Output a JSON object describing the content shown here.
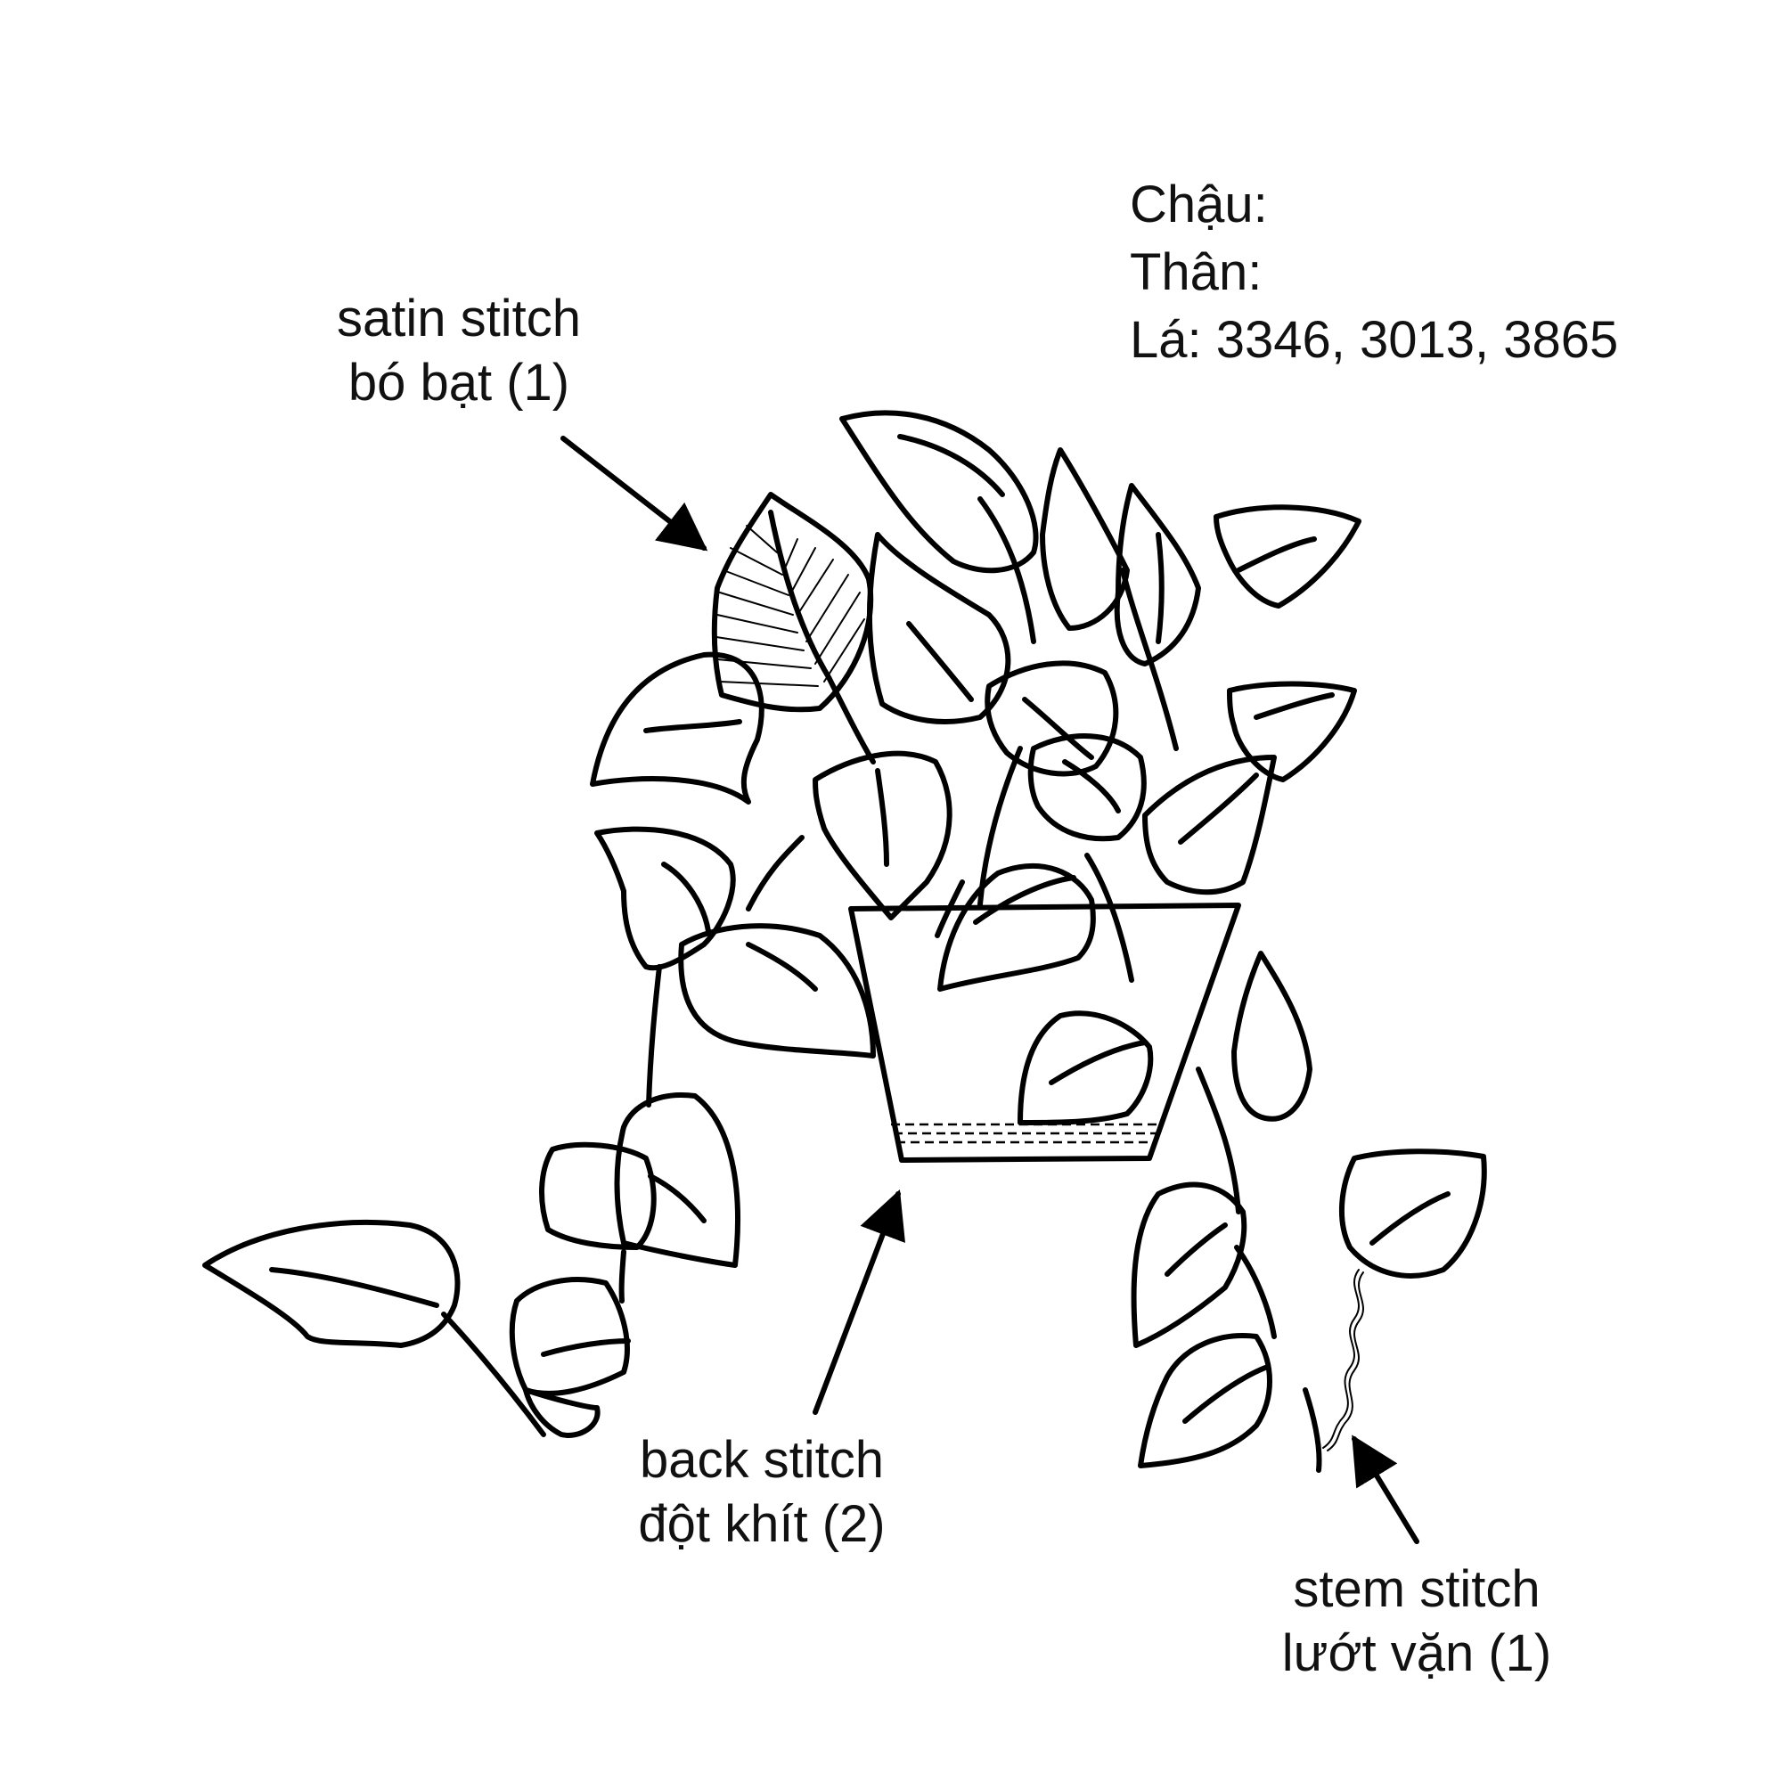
{
  "legend": {
    "pot": "Chậu:",
    "stem": "Thân:",
    "leaf": "Lá: 3346, 3013, 3865"
  },
  "annotations": {
    "satin": {
      "line1": "satin stitch",
      "line2": "bó bạt (1)"
    },
    "back": {
      "line1": "back stitch",
      "line2": "đột khít (2)"
    },
    "stem": {
      "line1": "stem stitch",
      "line2": "lướt vặn (1)"
    }
  },
  "colors": {
    "ink": "#000000",
    "background": "#ffffff"
  }
}
